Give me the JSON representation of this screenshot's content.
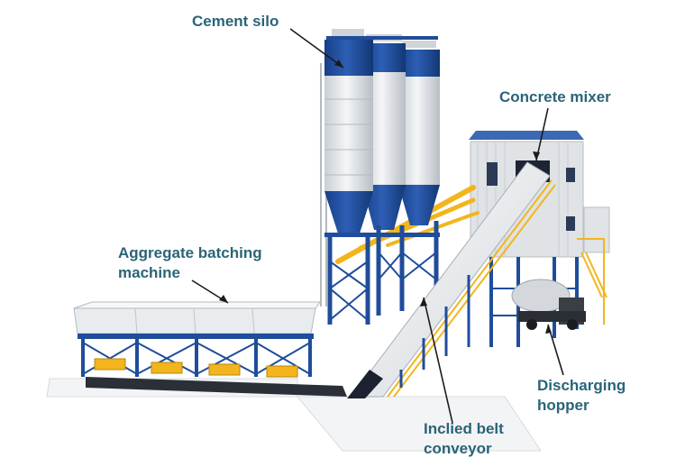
{
  "labels": {
    "cement_silo": "Cement silo",
    "concrete_mixer": "Concrete mixer",
    "aggregate_line1": "Aggregate batching",
    "aggregate_line2": "machine",
    "belt_line1": "Inclied belt",
    "belt_line2": "conveyor",
    "hopper_line1": "Discharging",
    "hopper_line2": "hopper"
  },
  "colors": {
    "label_text": "#2a6478",
    "steel_blue": "#1f4d9b",
    "silo_white": "#e6e9ec",
    "yellow": "#f2b61c",
    "building_gray": "#dfe3e6",
    "roof_blue": "#3b69b3"
  }
}
